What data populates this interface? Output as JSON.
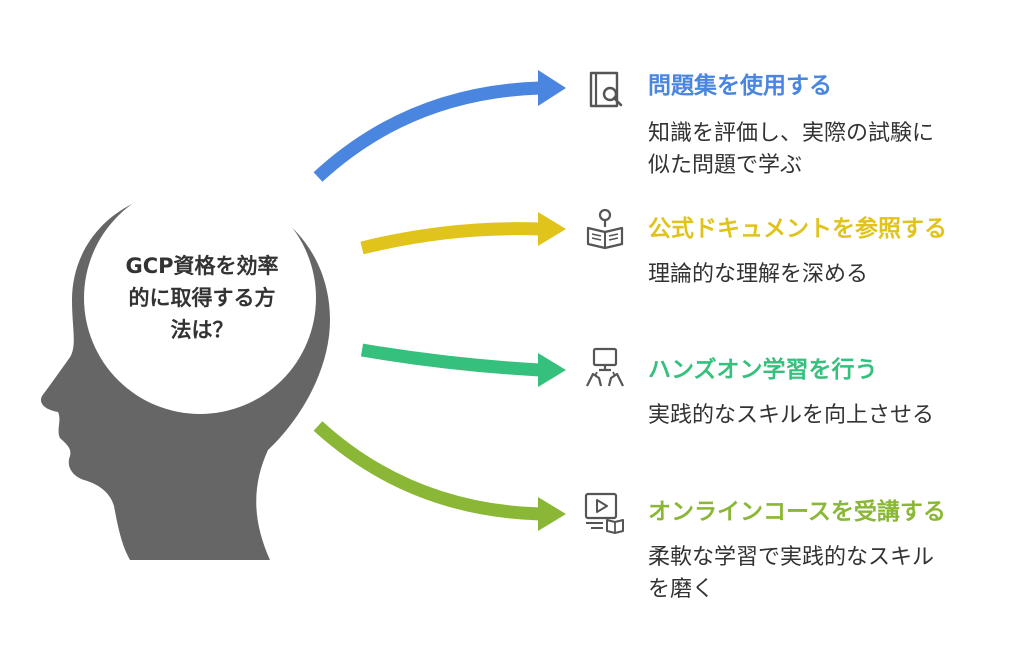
{
  "center": {
    "line1": "GCP資格を効率",
    "line2": "的に取得する方",
    "line3": "法は？"
  },
  "items": [
    {
      "title": "問題集を使用する",
      "desc1": "知識を評価し、実際の試験に",
      "desc2": "似た問題で学ぶ",
      "color": "#4a86e0",
      "icon": "book-search-icon"
    },
    {
      "title": "公式ドキュメントを参照する",
      "desc1": "理論的な理解を深める",
      "color": "#e0c41c",
      "icon": "reader-icon"
    },
    {
      "title": "ハンズオン学習を行う",
      "desc1": "実践的なスキルを向上させる",
      "color": "#36c07d",
      "icon": "computer-hands-icon"
    },
    {
      "title": "オンラインコースを受講する",
      "desc1": "柔軟な学習で実践的なスキル",
      "desc2": "を磨く",
      "color": "#8ab836",
      "icon": "video-course-icon"
    }
  ],
  "colors": {
    "head": "#666666",
    "text": "#333333",
    "background": "#ffffff"
  }
}
